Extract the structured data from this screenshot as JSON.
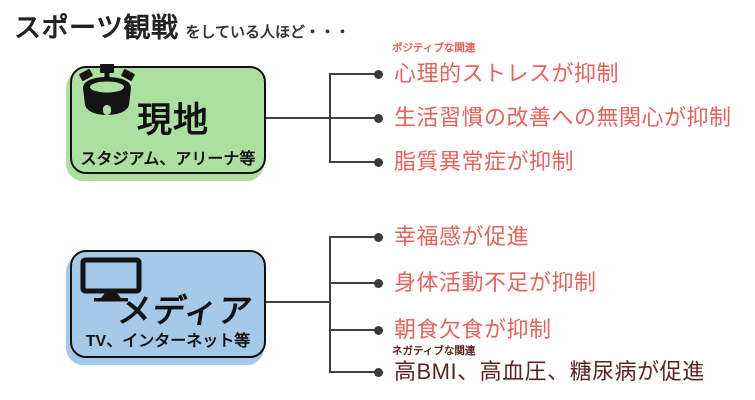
{
  "title": {
    "main": "スポーツ観戦",
    "suffix": "をしている人ほど・・・"
  },
  "colors": {
    "positive_text": "#e8615a",
    "negative_text": "#5f2422",
    "connector_line": "#404040",
    "bullet": "#3a3a3a",
    "box_border": "#111111"
  },
  "groups": [
    {
      "box": {
        "label": "現地",
        "sublabel": "スタジアム、アリーナ等",
        "icon": "stadium-icon",
        "fill": "#ace0a0"
      },
      "annotation": {
        "text": "ポジティブな関連",
        "color": "#e8615a"
      },
      "items": [
        {
          "text": "心理的ストレスが抑制",
          "color": "#e8615a"
        },
        {
          "text": "生活習慣の改善への無関心が抑制",
          "color": "#e8615a"
        },
        {
          "text": "脂質異常症が抑制",
          "color": "#e8615a"
        }
      ]
    },
    {
      "box": {
        "label": "メディア",
        "sublabel": "TV、インターネット等",
        "icon": "tv-icon",
        "fill": "#a5c9e9"
      },
      "annotation": {
        "text": "ネガティブな関連",
        "color": "#5f2422"
      },
      "items": [
        {
          "text": "幸福感が促進",
          "color": "#e8615a"
        },
        {
          "text": "身体活動不足が抑制",
          "color": "#e8615a"
        },
        {
          "text": "朝食欠食が抑制",
          "color": "#e8615a"
        },
        {
          "text": "高BMI、高血圧、糖尿病が促進",
          "color": "#5f2422"
        }
      ]
    }
  ]
}
